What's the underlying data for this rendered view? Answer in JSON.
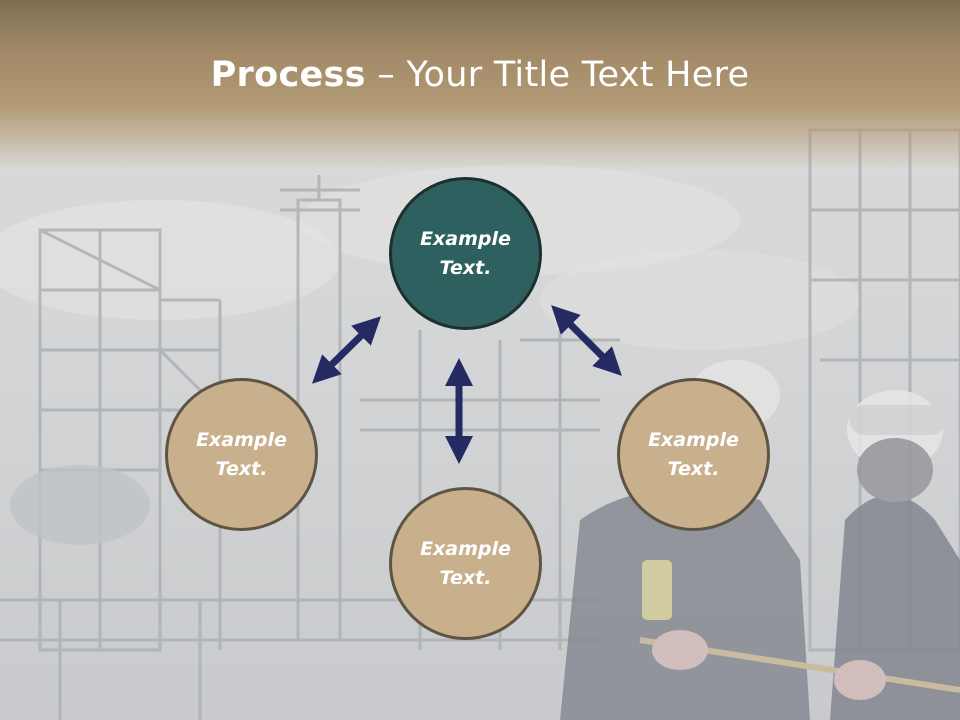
{
  "title": {
    "bold": "Process",
    "rest": " – Your Title Text Here"
  },
  "nodes": {
    "top": {
      "label": "Example Text."
    },
    "left": {
      "label": "Example Text."
    },
    "center": {
      "label": "Example Text."
    },
    "right": {
      "label": "Example Text."
    }
  },
  "colors": {
    "header": "#a08866",
    "node_fill": "#c8b08d",
    "node_highlight": "#2f6060",
    "arrow": "#262a63"
  }
}
